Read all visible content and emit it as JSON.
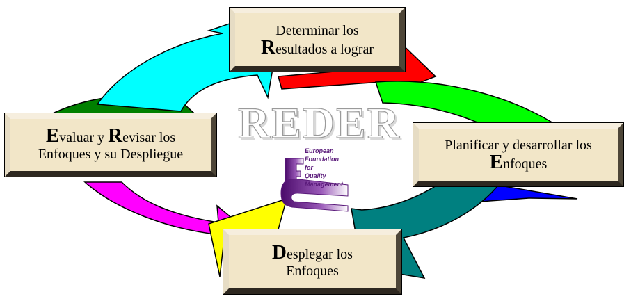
{
  "steps": {
    "determinar": {
      "line1": "Determinar los",
      "line2_initial": "R",
      "line2_rest": "esultados a lograr"
    },
    "planificar": {
      "line1": "Planificar y desarrollar los",
      "line2_initial": "E",
      "line2_rest": "nfoques"
    },
    "desplegar": {
      "line1_initial": "D",
      "line1_rest": "esplegar los",
      "line2": "Enfoques"
    },
    "evaluar": {
      "line1_initial1": "E",
      "line1_mid": "valuar y ",
      "line1_initial2": "R",
      "line1_rest": "evisar los",
      "line2": "Enfoques y su Despliegue"
    }
  },
  "center": {
    "title": "REDER",
    "logo_lines": [
      "European",
      "Foundation",
      "for",
      "Quality",
      "Management"
    ]
  },
  "colors": {
    "arrow_red": "#ff0000",
    "arrow_green": "#00ff00",
    "arrow_blue": "#0000ff",
    "arrow_teal": "#008080",
    "arrow_yellow": "#ffff00",
    "arrow_magenta": "#ff00ff",
    "arrow_darkgreen": "#008000",
    "arrow_cyan": "#00ffff",
    "box_face": "#f2e6c8",
    "logo_purple": "#6a2a8a"
  }
}
